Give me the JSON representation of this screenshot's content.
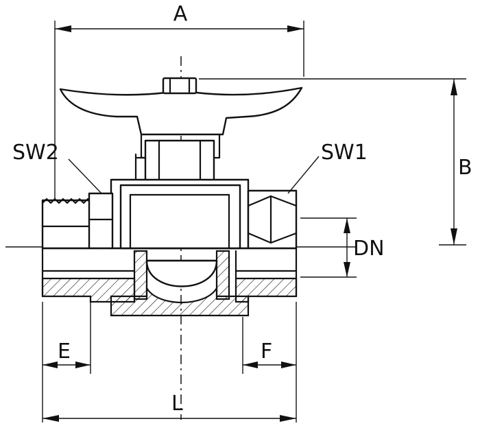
{
  "drawing": {
    "labels": {
      "A": "A",
      "B": "B",
      "DN": "DN",
      "E": "E",
      "F": "F",
      "L": "L",
      "SW1": "SW1",
      "SW2": "SW2"
    }
  }
}
